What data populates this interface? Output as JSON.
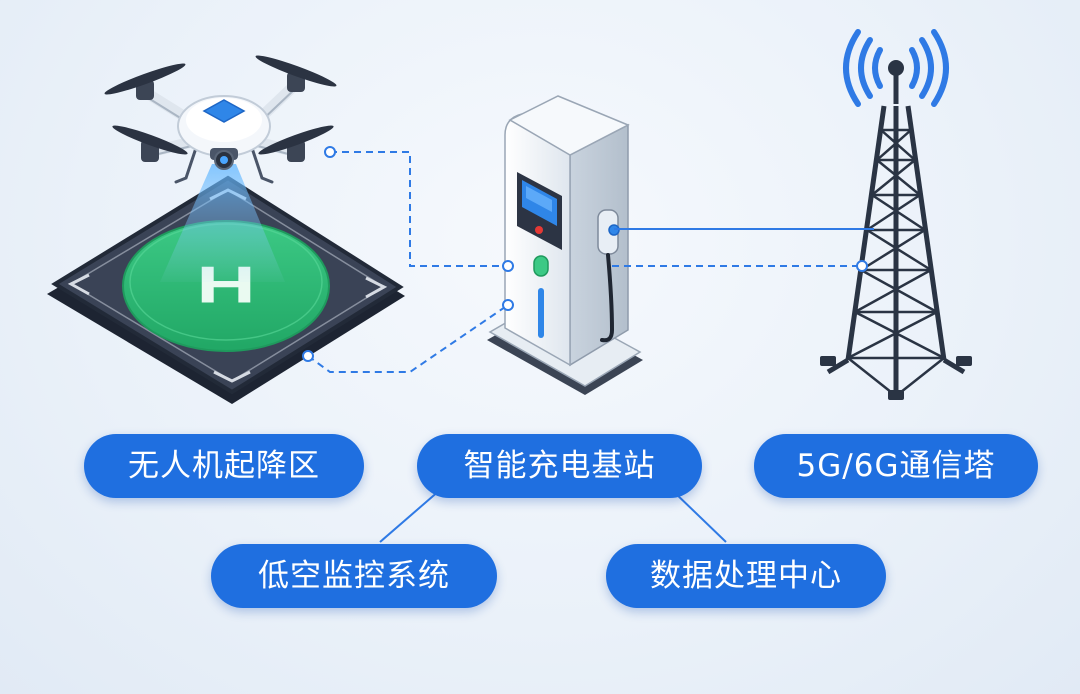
{
  "labels": {
    "landing": "无人机起降区",
    "charging": "智能充电基站",
    "tower": "5G/6G通信塔",
    "monitor": "低空监控系统",
    "data_center": "数据处理中心"
  },
  "landing_pad_mark": "H",
  "colors": {
    "pill_blue": "#1f6fe0",
    "link_blue": "#2f7ae5",
    "pad_green": "#2bb673",
    "pad_dark": "#2e3647",
    "tower_dark": "#2a3444",
    "screen_blue": "#2f86e8"
  }
}
